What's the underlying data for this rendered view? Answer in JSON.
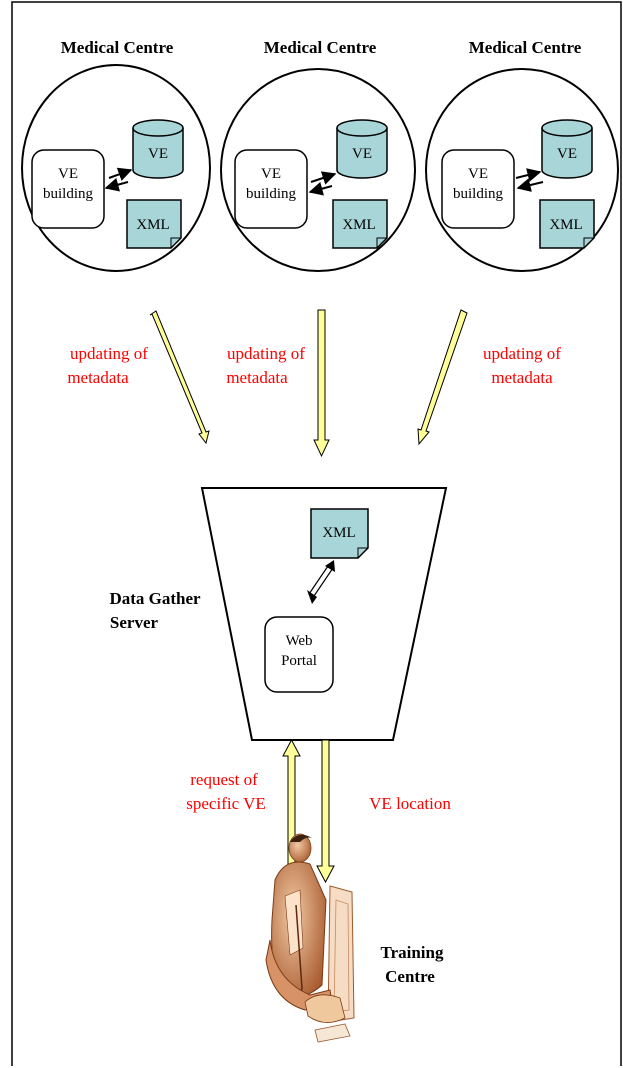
{
  "centres": [
    {
      "title": "Medical Centre",
      "ve_building": [
        "VE",
        "building"
      ],
      "db_label": "VE",
      "doc_label": "XML",
      "flow_label": [
        "updating of",
        "metadata"
      ]
    },
    {
      "title": "Medical Centre",
      "ve_building": [
        "VE",
        "building"
      ],
      "db_label": "VE",
      "doc_label": "XML",
      "flow_label": [
        "updating of",
        "metadata"
      ]
    },
    {
      "title": "Medical Centre",
      "ve_building": [
        "VE",
        "building"
      ],
      "db_label": "VE",
      "doc_label": "XML",
      "flow_label": [
        "updating of",
        "metadata"
      ]
    }
  ],
  "server": {
    "title": [
      "Data Gather",
      "Server"
    ],
    "doc_label": "XML",
    "portal": [
      "Web",
      "Portal"
    ]
  },
  "links": {
    "request": [
      "request of",
      "specific VE"
    ],
    "response": "VE location"
  },
  "training": {
    "title": [
      "Training",
      "Centre"
    ],
    "icon": "person-at-computer-icon"
  },
  "colors": {
    "label_red": "#ff0000",
    "arrow_fill": "#ffff99",
    "shape_fill": "#a8d5d8",
    "stroke": "#000000",
    "figure_skin": "#c87f50"
  }
}
